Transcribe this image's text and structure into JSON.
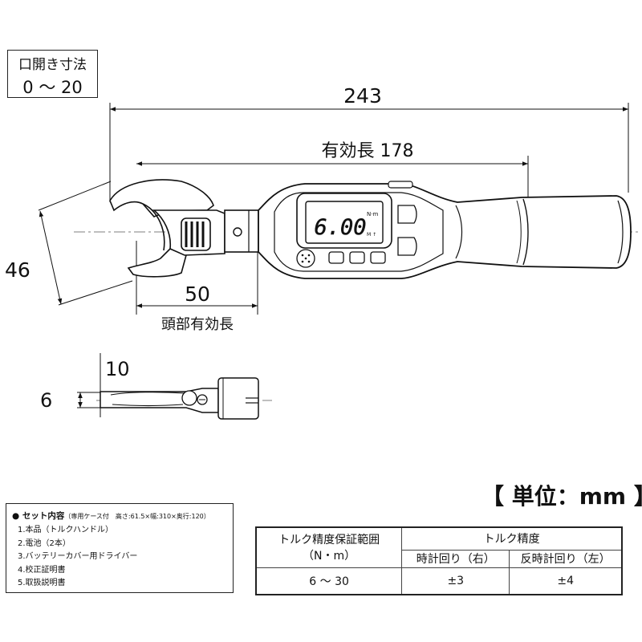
{
  "opening": {
    "label": "口開き寸法",
    "value": "0 ～ 20"
  },
  "dimensions": {
    "overall_length": "243",
    "effective_length": "有効長 178",
    "head_width": "46",
    "head_effective_value": "50",
    "head_effective_label": "頭部有効長",
    "side_thickness_a": "10",
    "side_thickness_b": "6"
  },
  "display": {
    "reading": "6.00",
    "unit": "N·m"
  },
  "unit_label": "【 単位：mm 】",
  "set_contents": {
    "title": "● セット内容",
    "note": "（専用ケース付　高さ:61.5×幅:310×奥行:120）",
    "items": [
      "1.本品（トルクハンドル）",
      "2.電池（2本）",
      "3.バッテリーカバー用ドライバー",
      "4.校正証明書",
      "5.取扱説明書"
    ]
  },
  "spec_table": {
    "range_header": "トルク精度保証範囲",
    "range_unit": "（N・m）",
    "accuracy_header": "トルク精度",
    "cw_header": "時計回り（右）",
    "ccw_header": "反時計回り（左）",
    "range_value": "6 ～ 30",
    "cw_value": "±3",
    "ccw_value": "±4"
  }
}
